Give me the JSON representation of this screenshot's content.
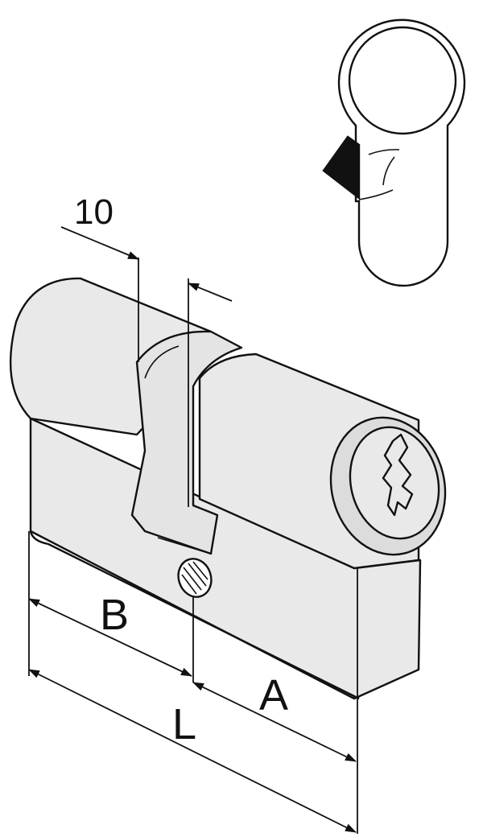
{
  "labels": {
    "offset": "10",
    "b": "B",
    "a": "A",
    "l": "L"
  },
  "colors": {
    "stroke": "#111111",
    "body_fill": "#e9e9e9",
    "face_fill": "#dcdcdc",
    "cam_fill": "#111111",
    "background": "#ffffff"
  }
}
